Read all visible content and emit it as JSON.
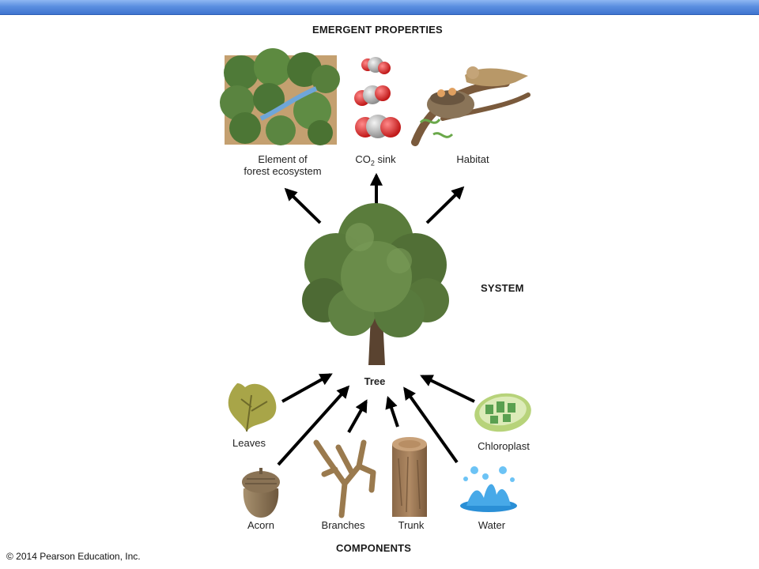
{
  "headings": {
    "emergent": "EMERGENT PROPERTIES",
    "system": "SYSTEM",
    "components": "COMPONENTS"
  },
  "system": {
    "label": "Tree"
  },
  "emergent_properties": [
    {
      "line1": "Element of",
      "line2": "forest ecosystem"
    },
    {
      "text": "CO",
      "sub": "2",
      "suffix": " sink"
    },
    {
      "text": "Habitat"
    }
  ],
  "components": [
    "Leaves",
    "Acorn",
    "Branches",
    "Trunk",
    "Chloroplast",
    "Water"
  ],
  "copyright": "© 2014 Pearson Education, Inc.",
  "colors": {
    "header_bar": "#5b8fe0",
    "arrow": "#000000",
    "foliage": "#5d7a3f"
  }
}
